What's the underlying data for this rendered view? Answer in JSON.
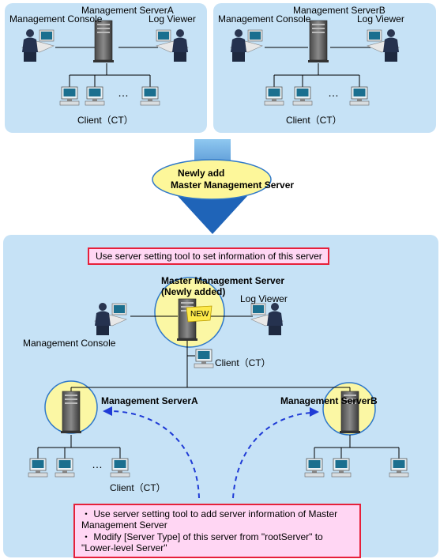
{
  "top_left": {
    "server_label": "Management ServerA",
    "console_label": "Management Console",
    "log_viewer_label": "Log Viewer",
    "client_label": "Client（CT）",
    "ellipsis": "…"
  },
  "top_right": {
    "server_label": "Management ServerB",
    "console_label": "Management Console",
    "log_viewer_label": "Log Viewer",
    "client_label": "Client（CT）",
    "ellipsis": "…"
  },
  "transition": {
    "line1": "Newly add",
    "line2": "Master Management Server"
  },
  "bottom": {
    "instruction": "Use server setting tool to set information of this server",
    "master_line1": "Master Management Server",
    "master_line2": "(Newly added)",
    "new_badge": "NEW",
    "log_viewer_label": "Log Viewer",
    "console_label": "Management Console",
    "master_client_label": "Client（CT）",
    "server_a_label": "Management ServerA",
    "server_b_label": "Management ServerB",
    "client_label": "Client（CT）",
    "ellipsis": "…",
    "note_lines": [
      "・  Use server setting tool to add server information of Master",
      "Management Server",
      "・  Modify [Server Type] of this server from \"rootServer\" to",
      "\"Lower-level Server\""
    ]
  },
  "colors": {
    "panel": "#c6e2f6",
    "highlight_circle": "#fbf7a4",
    "ellipse_fill": "#fdf79a",
    "arrow": "#2f78c9",
    "note_border": "#e6203a",
    "note_fill": "#ffd6f3",
    "dashed_arrow": "#1f3bd6"
  },
  "icons": [
    "server-tower-icon",
    "operator-at-desk-icon",
    "client-pc-icon",
    "new-badge-icon",
    "dashed-arrow-icon"
  ]
}
